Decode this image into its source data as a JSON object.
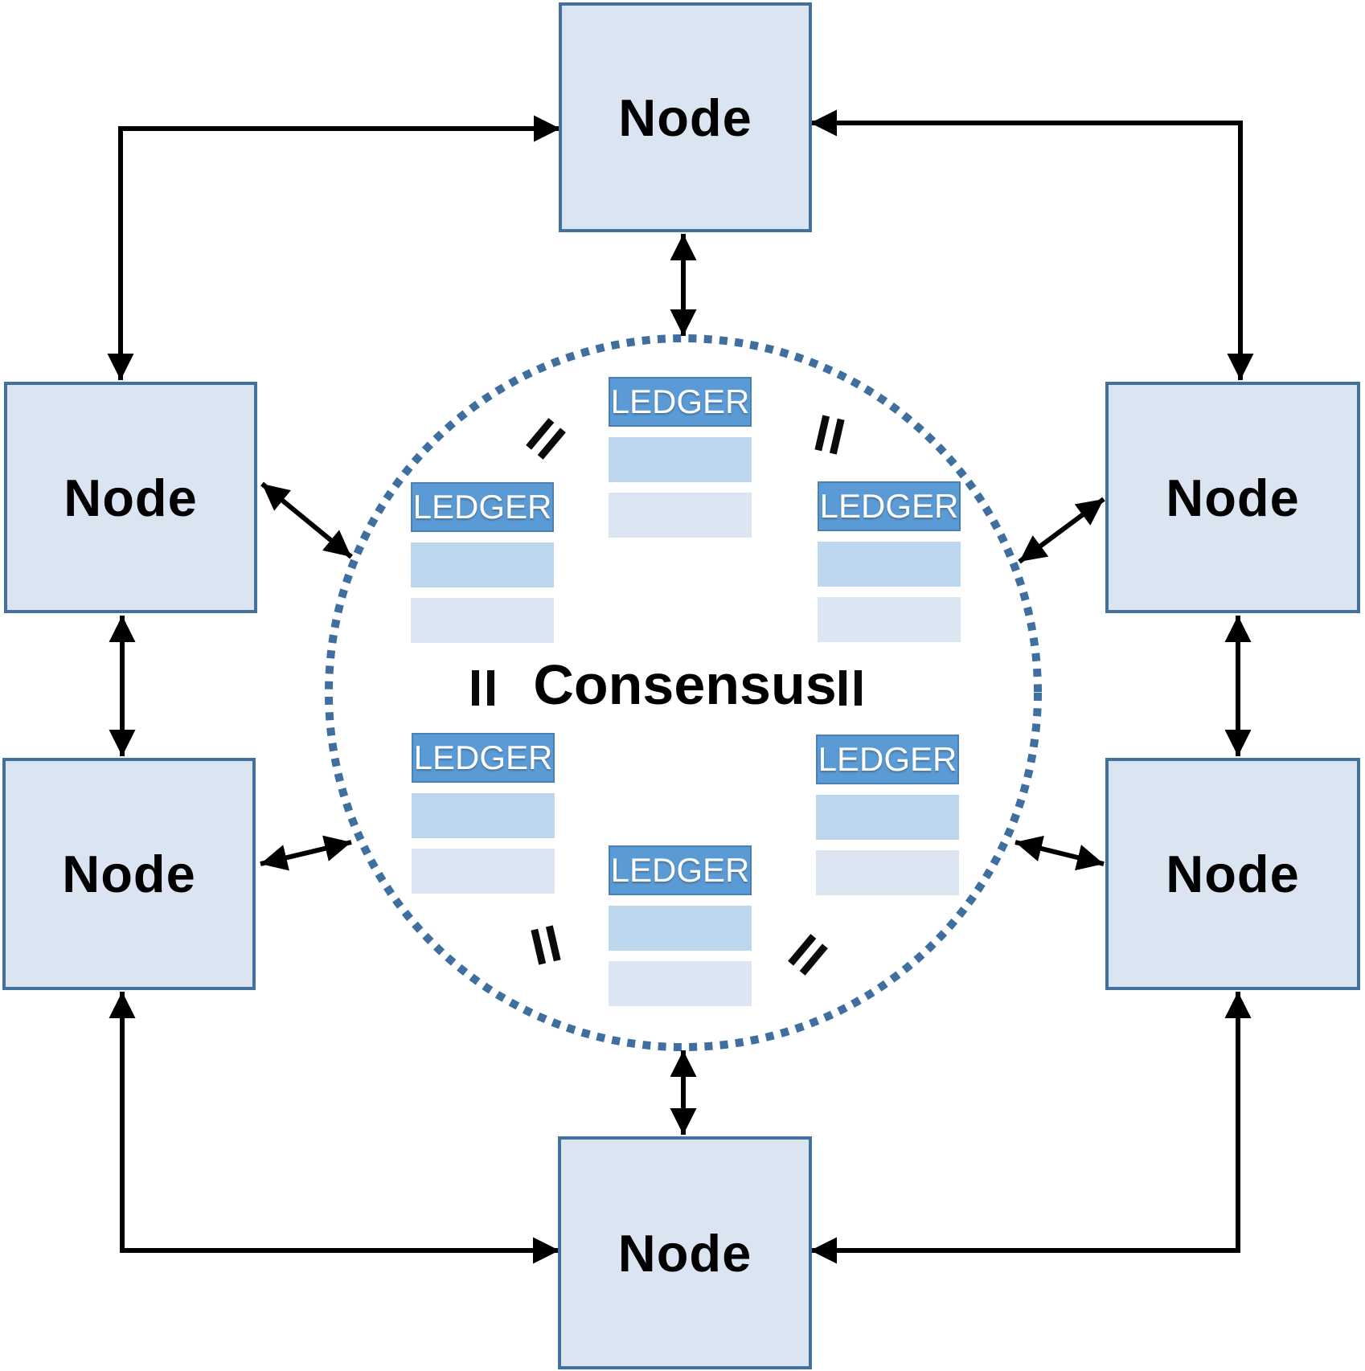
{
  "nodes": [
    {
      "id": "top",
      "label": "Node"
    },
    {
      "id": "upper-left",
      "label": "Node"
    },
    {
      "id": "upper-right",
      "label": "Node"
    },
    {
      "id": "lower-left",
      "label": "Node"
    },
    {
      "id": "lower-right",
      "label": "Node"
    },
    {
      "id": "bottom",
      "label": "Node"
    }
  ],
  "consensus": {
    "label": "Consensus"
  },
  "ledgers": [
    {
      "id": "top-center",
      "title": "LEDGER"
    },
    {
      "id": "upper-left",
      "title": "LEDGER"
    },
    {
      "id": "upper-right",
      "title": "LEDGER"
    },
    {
      "id": "lower-left",
      "title": "LEDGER"
    },
    {
      "id": "lower-right",
      "title": "LEDGER"
    },
    {
      "id": "bottom-center",
      "title": "LEDGER"
    }
  ],
  "icons": {
    "equals_icon_count": 6,
    "equals_icon_meaning": "ledger copies are equal"
  },
  "colors": {
    "node_fill": "#dbe5f1",
    "node_border": "#41719c",
    "ledger_header": "#5b9bd5",
    "ledger_row_medium": "#bdd7ee",
    "ledger_row_light": "#dce6f2",
    "dotted_circle": "#3f6f9f",
    "arrow": "#000000",
    "ledger_title_text": "#ffffff",
    "label_text": "#000000"
  }
}
